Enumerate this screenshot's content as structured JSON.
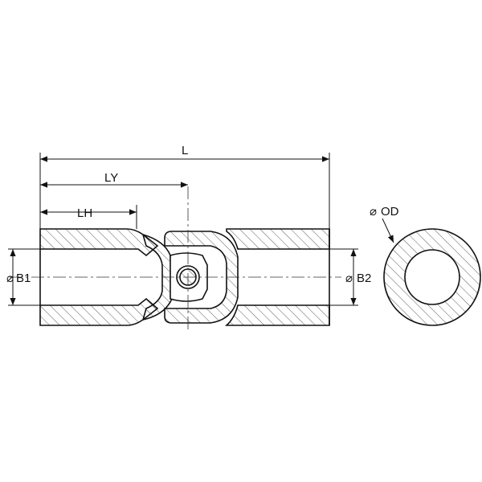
{
  "drawing": {
    "title": "Universal joint dimension drawing",
    "dimensions": {
      "overall_length": "L",
      "yoke_length": "LY",
      "hub_length": "LH",
      "bore_1": "B1",
      "bore_2": "B2",
      "outer_diameter": "OD"
    },
    "diameter_symbol": "⌀",
    "colors": {
      "line": "#111111",
      "hatch": "#222222",
      "background": "#ffffff"
    }
  }
}
